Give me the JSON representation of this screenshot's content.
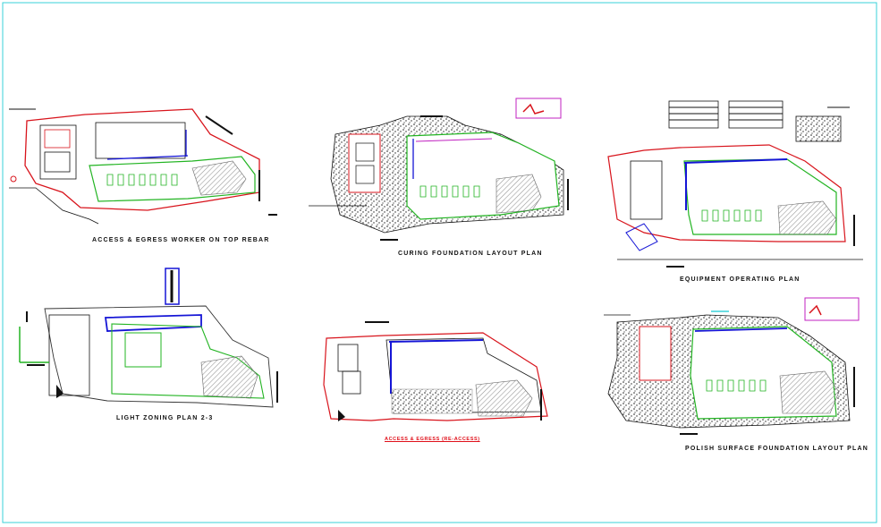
{
  "colors": {
    "frame": "#39d2d8",
    "site_boundary": "#d8141c",
    "zone_green": "#22b422",
    "services_blue": "#1515d6",
    "magenta": "#c020c0",
    "hatch": "#b8b8b8",
    "ink": "#111111"
  },
  "plans": [
    {
      "id": "p1",
      "caption": "ACCESS & EGRESS WORKER ON TOP REBAR"
    },
    {
      "id": "p2",
      "caption": "CURING FOUNDATION LAYOUT PLAN"
    },
    {
      "id": "p3",
      "caption": "EQUIPMENT OPERATING PLAN"
    },
    {
      "id": "p4",
      "caption": "LIGHT ZONING PLAN 2-3"
    },
    {
      "id": "p5",
      "caption": "ACCESS & EGRESS (RE-ACCESS)"
    },
    {
      "id": "p6",
      "caption": "POLISH SURFACE FOUNDATION LAYOUT PLAN"
    }
  ]
}
